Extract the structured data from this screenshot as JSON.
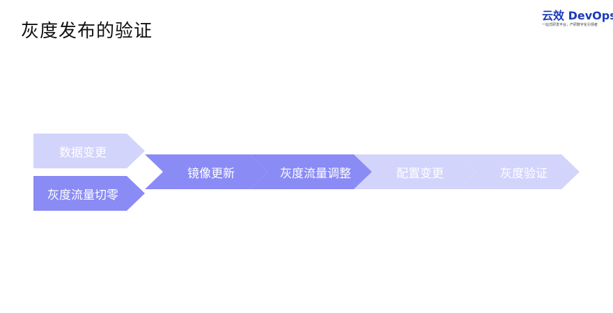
{
  "slide": {
    "title": "灰度发布的验证"
  },
  "brand": {
    "name": "云效 DevOps",
    "tagline": "一站式研发平台，产研数字化引领者",
    "color": "#1b3bb8"
  },
  "colors": {
    "light": "#d3d4fb",
    "dark": "#8a8bf5"
  },
  "steps": [
    {
      "label": "数据变更"
    },
    {
      "label": "灰度流量切零"
    },
    {
      "label": "镜像更新"
    },
    {
      "label": "灰度流量调整"
    },
    {
      "label": "配置变更"
    },
    {
      "label": "灰度验证"
    }
  ]
}
